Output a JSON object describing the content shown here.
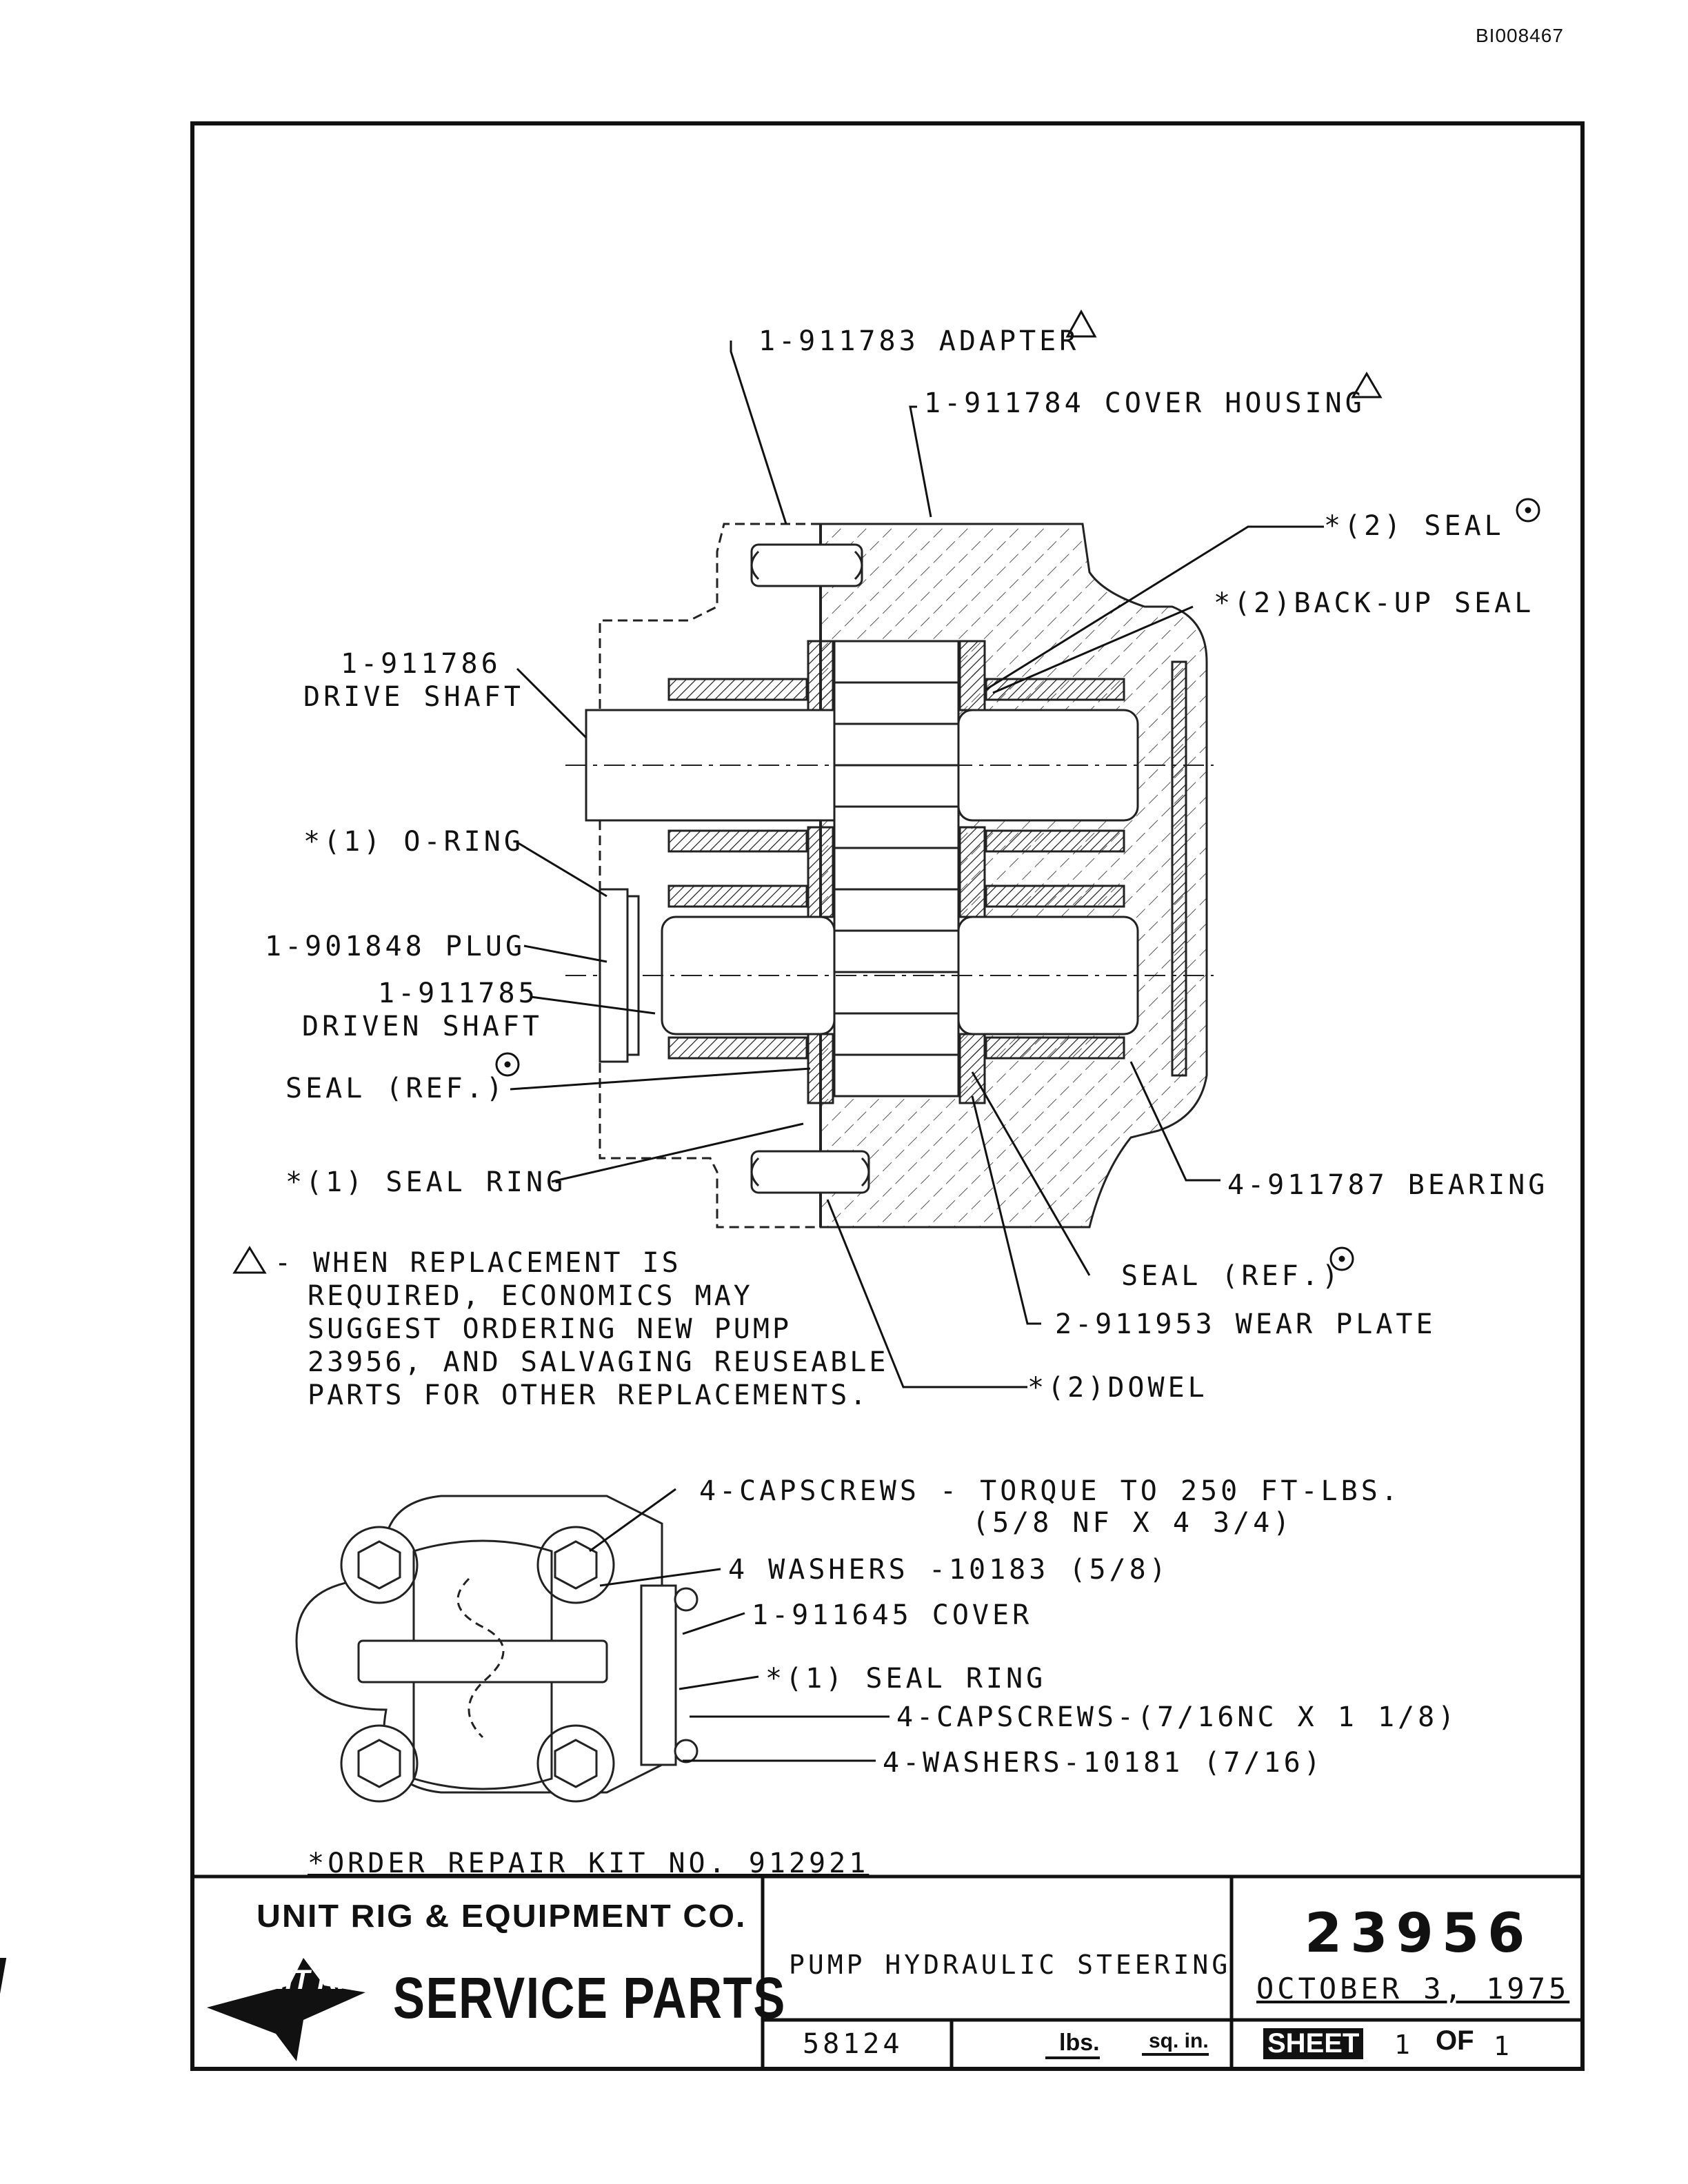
{
  "document_id": "BI008467",
  "labels": {
    "adapter": "1-911783 ADAPTER",
    "cover_housing": "1-911784 COVER HOUSING",
    "seal_2": "*(2)  SEAL",
    "backup_seal": "*(2)BACK-UP SEAL",
    "drive_shaft_no": "1-911786",
    "drive_shaft": "DRIVE SHAFT",
    "o_ring": "*(1) O-RING",
    "plug": "1-901848 PLUG",
    "driven_shaft_no": "1-911785",
    "driven_shaft": "DRIVEN SHAFT",
    "seal_ref_left": "SEAL (REF.)",
    "seal_ring_1": "*(1) SEAL RING",
    "bearing": "4-911787 BEARING",
    "seal_ref_right": "SEAL (REF.)",
    "wear_plate": "2-911953 WEAR PLATE",
    "dowel": "*(2)DOWEL"
  },
  "note": {
    "line1": "- WHEN REPLACEMENT IS",
    "line2": "REQUIRED, ECONOMICS MAY",
    "line3": "SUGGEST ORDERING NEW PUMP",
    "line4": "23956, AND SALVAGING REUSEABLE",
    "line5": "PARTS FOR OTHER REPLACEMENTS."
  },
  "end_view": {
    "capscrews_1": "4-CAPSCREWS  - TORQUE TO 250 FT-LBS.",
    "capscrews_1_size": "(5/8 NF X 4 3/4)",
    "washers_1": "4 WASHERS -10183 (5/8)",
    "cover": "1-911645 COVER",
    "seal_ring": "*(1) SEAL RING",
    "capscrews_2": "4-CAPSCREWS-(7/16NC X 1 1/8)",
    "washers_2": "4-WASHERS-10181 (7/16)"
  },
  "repair_kit": "*ORDER REPAIR KIT NO. 912921",
  "title_block": {
    "company": "UNIT RIG & EQUIPMENT CO.",
    "logo_text": "UNIT RIG",
    "service_parts": "SERVICE PARTS",
    "description": "PUMP HYDRAULIC STEERING",
    "part_number": "23956",
    "date": "OCTOBER 3, 1975",
    "drawing_no": "58124",
    "units": "lbs.",
    "units2": "sq. in.",
    "sheet_label": "SHEET",
    "sheet_no": "1",
    "of_label": "OF",
    "sheet_total": "1"
  },
  "colors": {
    "ink": "#111111",
    "paper": "#ffffff"
  }
}
